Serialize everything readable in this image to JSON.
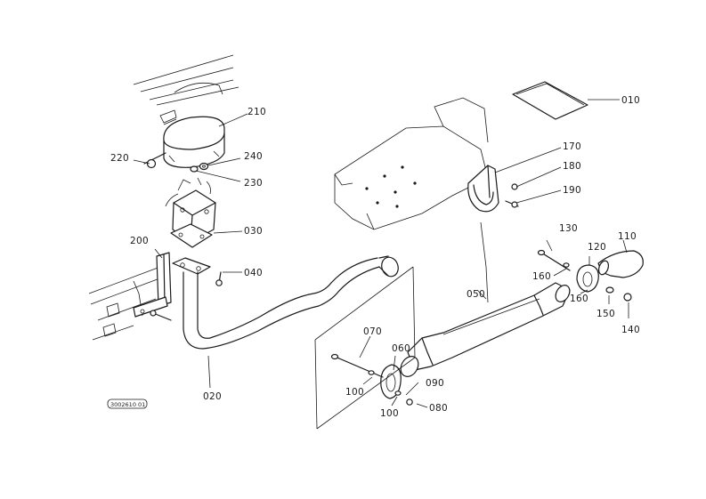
{
  "diagram": {
    "reference_stamp": "3002610 01",
    "callouts": {
      "p010": "010",
      "p020": "020",
      "p030": "030",
      "p040": "040",
      "p050": "050",
      "p060": "060",
      "p070": "070",
      "p080": "080",
      "p090": "090",
      "p100a": "100",
      "p100b": "100",
      "p110": "110",
      "p120": "120",
      "p130": "130",
      "p140": "140",
      "p150": "150",
      "p160a": "160",
      "p160b": "160",
      "p170": "170",
      "p180": "180",
      "p190": "190",
      "p200": "200",
      "p210": "210",
      "p220": "220",
      "p230": "230",
      "p240": "240"
    }
  }
}
